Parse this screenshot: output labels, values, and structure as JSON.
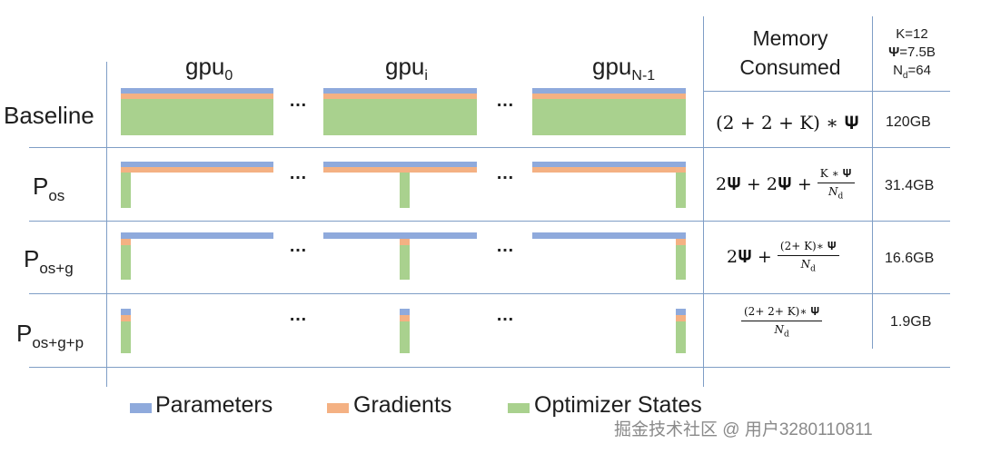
{
  "columns": {
    "gpu0": {
      "base": "gpu",
      "sub": "0"
    },
    "gpui": {
      "base": "gpu",
      "sub": "i"
    },
    "gpuN": {
      "base": "gpu",
      "sub": "N-1"
    },
    "ellipsis": "…"
  },
  "memory_header": {
    "line1": "Memory",
    "line2": "Consumed"
  },
  "constants": {
    "k": "K=12",
    "psi_symbol": "Ψ",
    "psi_value": "=7.5B",
    "nd_base": "N",
    "nd_sub": "d",
    "nd_value": "=64"
  },
  "rows": [
    {
      "label_base": "Baseline",
      "label_sub": "",
      "value": "120GB"
    },
    {
      "label_base": "P",
      "label_sub": "os",
      "value": "31.4GB"
    },
    {
      "label_base": "P",
      "label_sub": "os+g",
      "value": "16.6GB"
    },
    {
      "label_base": "P",
      "label_sub": "os+g+p",
      "value": "1.9GB"
    }
  ],
  "formulas": {
    "baseline": "(2 + 2 + K) ∗ 𝚿",
    "pos_prefix": "2𝚿 + 2𝚿 + ",
    "pos_num": "K ∗ 𝚿",
    "pos_den": "N",
    "pos_den_sub": "d",
    "posg_prefix": "2𝚿 + ",
    "posg_num": "(2+ K)∗ 𝚿",
    "posg_den": "N",
    "posg_den_sub": "d",
    "posgp_num": "(2+ 2+ K)∗ 𝚿",
    "posgp_den": "N",
    "posgp_den_sub": "d"
  },
  "legend": [
    {
      "label": "Parameters",
      "color": "#8faadc"
    },
    {
      "label": "Gradients",
      "color": "#f4b183"
    },
    {
      "label": "Optimizer States",
      "color": "#a9d18e"
    }
  ],
  "watermark": "掘金技术社区 @ 用户3280110811",
  "colors": {
    "parameters": "#8faadc",
    "gradients": "#f4b183",
    "optimizer": "#a9d18e",
    "grid": "#7f9ec6"
  }
}
